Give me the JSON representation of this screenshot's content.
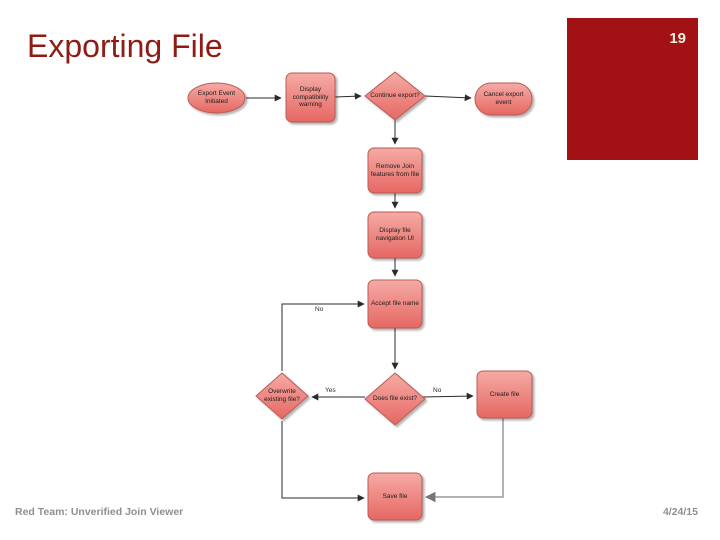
{
  "slide": {
    "title": "Exporting File",
    "page_number": "19",
    "footer_left": "Red Team: Unverified Join Viewer",
    "footer_right": "4/24/15"
  },
  "colors": {
    "title_text": "#8e1b15",
    "page_box": "#a21215",
    "page_number_text": "#f2eedb",
    "footer_text": "#8f8f8f",
    "node_fill_top": "#f5aba5",
    "node_fill_bottom": "#e66762",
    "node_border": "#bb5a55",
    "connector": "#2b2b2b",
    "connector_gray": "#9a9a9a"
  },
  "flowchart": {
    "nodes": [
      {
        "id": "export-event-initiated",
        "shape": "ellipse",
        "label": "Export Event Initiated"
      },
      {
        "id": "display-warning",
        "shape": "process",
        "label": "Display compatibility warning"
      },
      {
        "id": "continue-export",
        "shape": "decision",
        "label": "Continue export?"
      },
      {
        "id": "cancel-export",
        "shape": "terminator",
        "label": "Cancel export event"
      },
      {
        "id": "remove-join",
        "shape": "process",
        "label": "Remove Join features from file"
      },
      {
        "id": "display-nav",
        "shape": "process",
        "label": "Display file navigation UI"
      },
      {
        "id": "accept-file-name",
        "shape": "process",
        "label": "Accept file name"
      },
      {
        "id": "overwrite-existing",
        "shape": "decision",
        "label": "Overwrite existing file?"
      },
      {
        "id": "does-file-exist",
        "shape": "decision",
        "label": "Does file exist?"
      },
      {
        "id": "create-file",
        "shape": "process",
        "label": "Create file"
      },
      {
        "id": "save-file",
        "shape": "process",
        "label": "Save file"
      }
    ],
    "edge_labels": [
      {
        "text": "No",
        "from": "overwrite-existing",
        "to": "accept-file-name"
      },
      {
        "text": "Yes",
        "from": "does-file-exist",
        "to": "overwrite-existing"
      },
      {
        "text": "No",
        "from": "does-file-exist",
        "to": "create-file"
      }
    ]
  }
}
